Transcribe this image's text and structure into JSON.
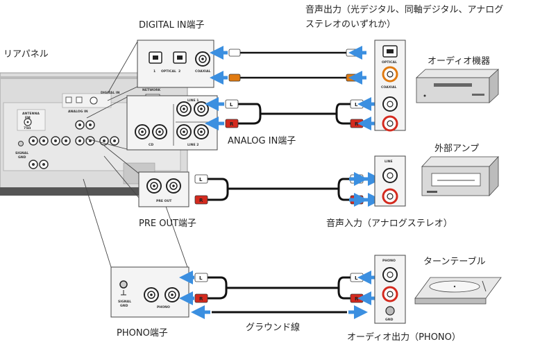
{
  "labels": {
    "rear_panel": "リアパネル",
    "digital_in": "DIGITAL IN端子",
    "audio_out_line1": "音声出力（光デジタル、同軸デジタル、アナログ",
    "audio_out_line2": "ステレオのいずれか）",
    "audio_device": "オーディオ機器",
    "analog_in": "ANALOG IN端子",
    "external_amp": "外部アンプ",
    "pre_out": "PRE OUT端子",
    "audio_in": "音声入力（アナログステレオ）",
    "turntable": "ターンテーブル",
    "ground_wire": "グラウンド線",
    "phono_terminal": "PHONO端子",
    "audio_out_phono": "オーディオ出力（PHONO）"
  },
  "panel_text": {
    "optical_1": "1",
    "optical": "OPTICAL",
    "optical_2": "2",
    "coaxial": "COAXIAL",
    "line1": "LINE 1",
    "cd": "CD",
    "line2": "LINE 2",
    "pre_out": "PRE OUT",
    "signal": "SIGNAL",
    "gnd": "GND",
    "phono": "PHONO",
    "line": "LINE",
    "antenna": "ANTENNA",
    "fm": "FM",
    "ohm": "75Ω",
    "digital_in": "DIGITAL IN",
    "network": "NETWORK",
    "analog_in": "ANALOG IN"
  },
  "plug_text": {
    "left": "L",
    "right": "R"
  },
  "colors": {
    "arrow_blue": "#3b8fe0",
    "plug_red": "#d42a1e",
    "coax_orange": "#e07a10",
    "cable_black": "#111111",
    "panel_gray": "#d9d9d9",
    "device_gray": "#c8c8c8"
  }
}
